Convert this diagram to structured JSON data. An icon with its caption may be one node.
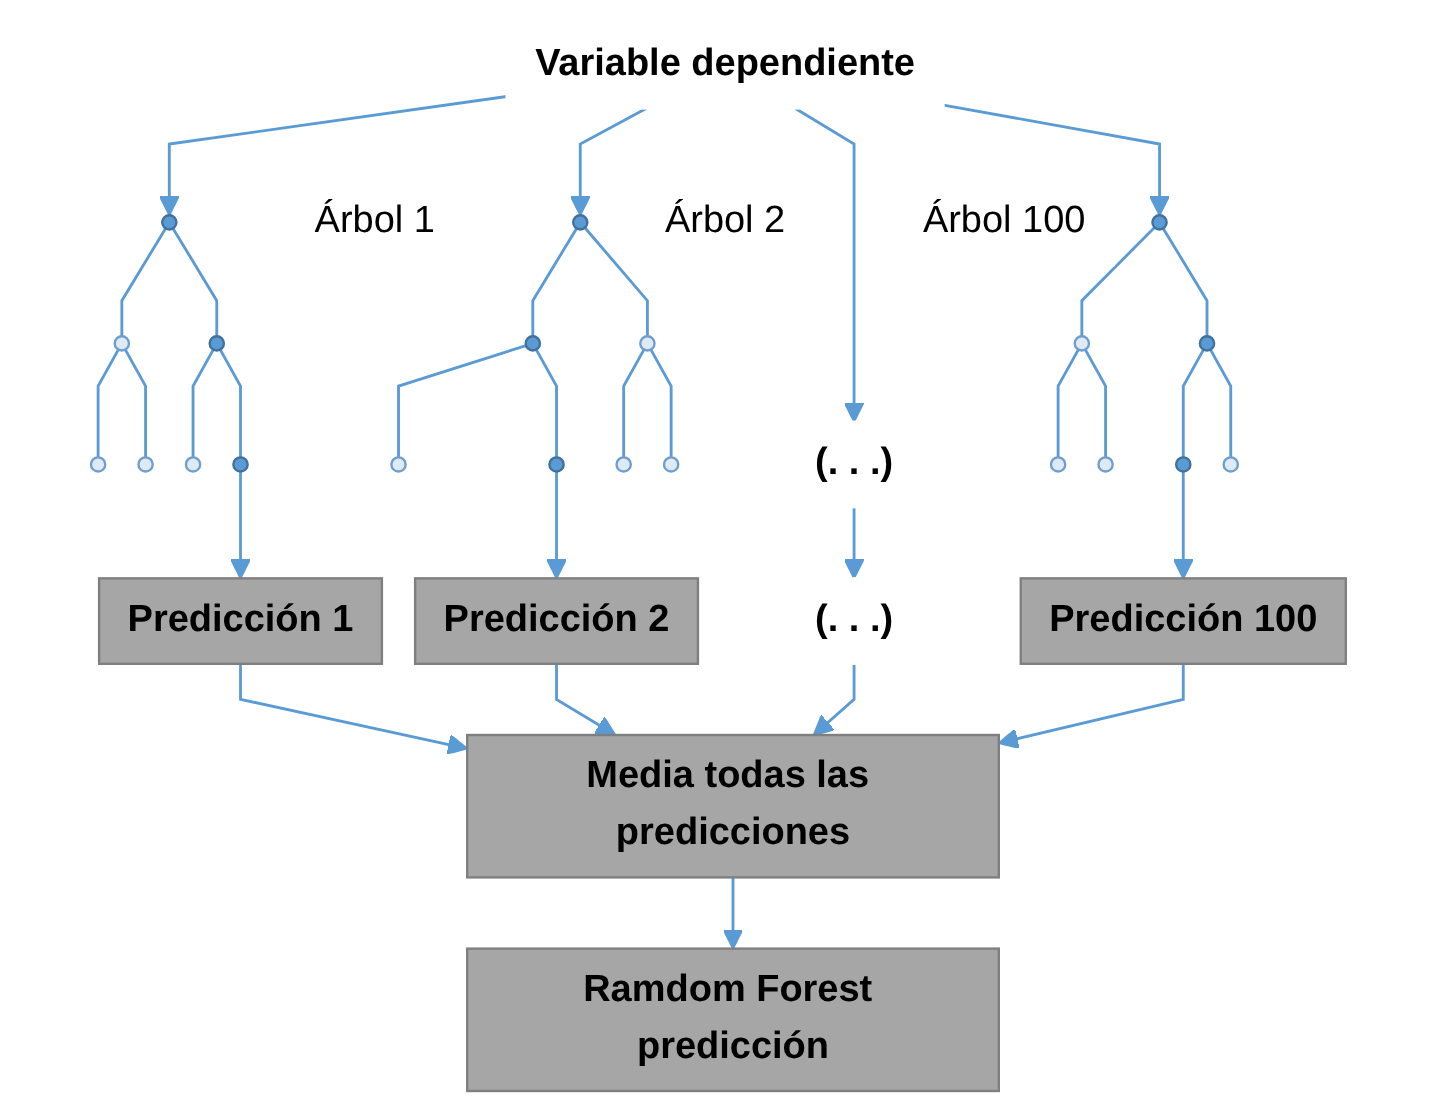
{
  "diagram": {
    "nodes": [
      {
        "text": [
          "Variable dependiente"
        ]
      },
      {
        "text": [],
        "shape": "circle",
        "beside": [
          "Árbol 1"
        ]
      },
      {
        "text": [],
        "shape": "circle"
      },
      {
        "text": [],
        "shape": "circle"
      },
      {
        "text": [],
        "shape": "circle"
      },
      {
        "text": [],
        "shape": "circle"
      },
      {
        "text": [],
        "shape": "circle"
      },
      {
        "text": [],
        "shape": "circle"
      },
      {
        "text": [],
        "shape": "circle",
        "beside": [
          "Árbol 2"
        ]
      },
      {
        "text": [],
        "shape": "circle"
      },
      {
        "text": [],
        "shape": "circle"
      },
      {
        "text": [],
        "shape": "circle"
      },
      {
        "text": [],
        "shape": "circle"
      },
      {
        "text": [],
        "shape": "circle"
      },
      {
        "text": [],
        "shape": "circle"
      },
      {
        "text": [
          "(. . .)"
        ]
      },
      {
        "text": [],
        "shape": "circle",
        "beside": [
          "Árbol 100"
        ]
      },
      {
        "text": [],
        "shape": "circle"
      },
      {
        "text": [],
        "shape": "circle"
      },
      {
        "text": [],
        "shape": "circle"
      },
      {
        "text": [],
        "shape": "circle"
      },
      {
        "text": [],
        "shape": "circle"
      },
      {
        "text": [],
        "shape": "circle"
      },
      {
        "text": [
          "Predicción 1"
        ]
      },
      {
        "text": [
          "Predicción 2"
        ]
      },
      {
        "text": [
          "(. . .)"
        ]
      },
      {
        "text": [
          "Predicción 100"
        ]
      },
      {
        "text": [
          "Media todas las predicciones"
        ]
      },
      {
        "text": [
          "Ramdom Forest predicción"
        ]
      }
    ],
    "edges": [
      {
        "from": 0,
        "to": 1,
        "arrow": "to"
      },
      {
        "from": 0,
        "to": 8,
        "arrow": "to"
      },
      {
        "from": 0,
        "to": 15,
        "arrow": "to"
      },
      {
        "from": 0,
        "to": 16,
        "arrow": "to"
      },
      {
        "from": 1,
        "to": 2,
        "arrow": "none"
      },
      {
        "from": 1,
        "to": 3,
        "arrow": "none"
      },
      {
        "from": 2,
        "to": 4,
        "arrow": "none"
      },
      {
        "from": 2,
        "to": 5,
        "arrow": "none"
      },
      {
        "from": 3,
        "to": 6,
        "arrow": "none"
      },
      {
        "from": 3,
        "to": 7,
        "arrow": "none"
      },
      {
        "from": 8,
        "to": 9,
        "arrow": "none"
      },
      {
        "from": 8,
        "to": 10,
        "arrow": "none"
      },
      {
        "from": 9,
        "to": 11,
        "arrow": "none"
      },
      {
        "from": 9,
        "to": 12,
        "arrow": "none"
      },
      {
        "from": 10,
        "to": 13,
        "arrow": "none"
      },
      {
        "from": 10,
        "to": 14,
        "arrow": "none"
      },
      {
        "from": 16,
        "to": 17,
        "arrow": "none"
      },
      {
        "from": 16,
        "to": 18,
        "arrow": "none"
      },
      {
        "from": 17,
        "to": 19,
        "arrow": "none"
      },
      {
        "from": 17,
        "to": 20,
        "arrow": "none"
      },
      {
        "from": 18,
        "to": 21,
        "arrow": "none"
      },
      {
        "from": 18,
        "to": 22,
        "arrow": "none"
      },
      {
        "from": 7,
        "to": 23,
        "arrow": "to"
      },
      {
        "from": 12,
        "to": 24,
        "arrow": "to"
      },
      {
        "from": 15,
        "to": 25,
        "arrow": "to"
      },
      {
        "from": 21,
        "to": 26,
        "arrow": "to"
      },
      {
        "from": 23,
        "to": 27,
        "arrow": "to"
      },
      {
        "from": 24,
        "to": 27,
        "arrow": "to"
      },
      {
        "from": 25,
        "to": 27,
        "arrow": "to"
      },
      {
        "from": 26,
        "to": 27,
        "arrow": "to"
      },
      {
        "from": 27,
        "to": 28,
        "arrow": "to"
      }
    ]
  }
}
